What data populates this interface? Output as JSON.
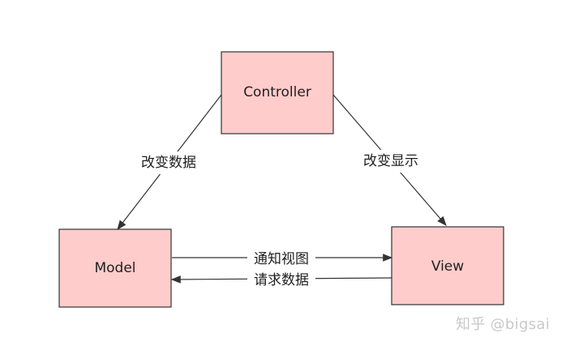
{
  "diagram": {
    "nodes": {
      "controller": {
        "label": "Controller"
      },
      "model": {
        "label": "Model"
      },
      "view": {
        "label": "View"
      }
    },
    "edges": {
      "controller_to_model": {
        "label": "改变数据"
      },
      "controller_to_view": {
        "label": "改变显示"
      },
      "model_to_view": {
        "label": "通知视图"
      },
      "view_to_model": {
        "label": "请求数据"
      }
    },
    "colors": {
      "node_fill": "#ffcccc",
      "node_stroke": "#333333",
      "edge_stroke": "#333333",
      "watermark": "#c9c9c9"
    }
  },
  "watermark": {
    "text": "知乎 @bigsai"
  }
}
